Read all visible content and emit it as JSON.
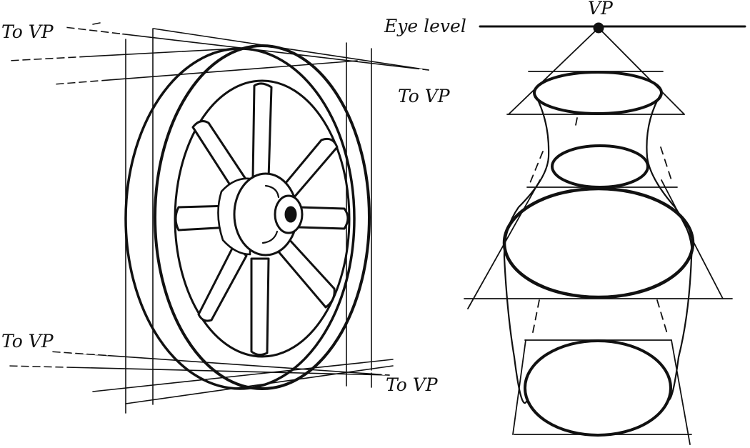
{
  "labels": {
    "to_vp_upper_left": "To VP",
    "to_vp_upper_right": "To VP",
    "to_vp_lower_left": "To VP",
    "to_vp_lower_right": "To VP",
    "vp": "VP",
    "eye_level": "Eye level"
  },
  "colors": {
    "ink": "#111111",
    "paper": "#ffffff"
  }
}
